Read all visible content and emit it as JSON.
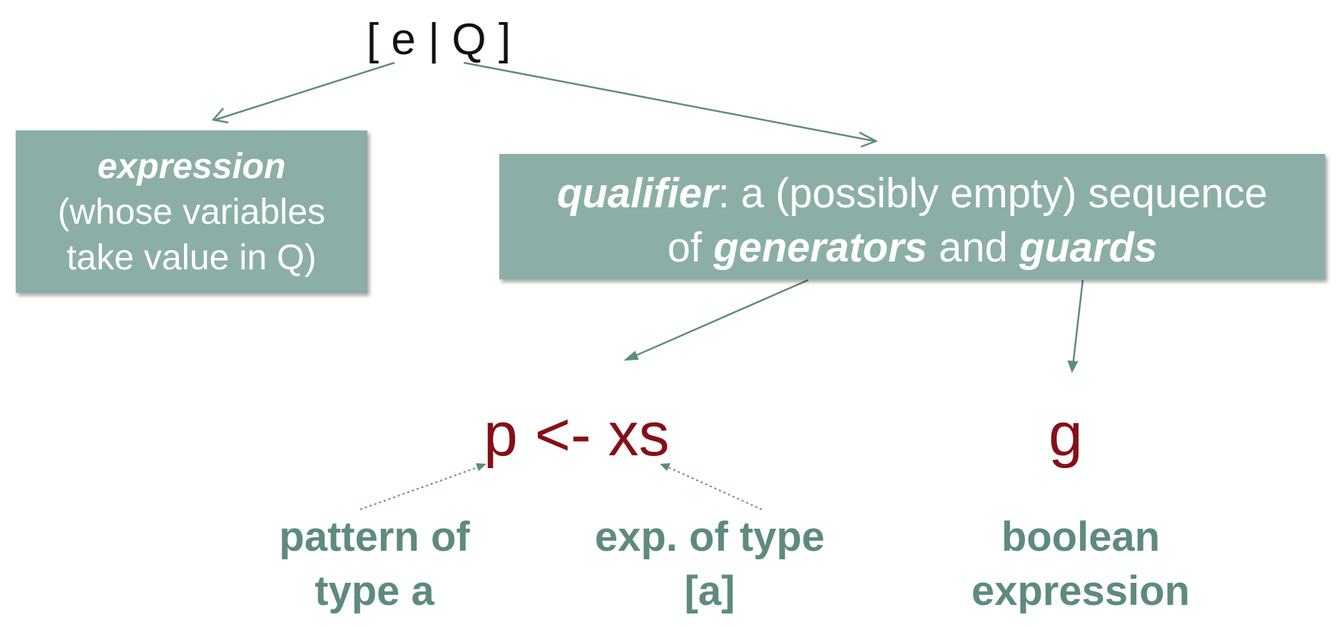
{
  "formula": {
    "text": "[ e | Q ]"
  },
  "expression_box": {
    "term": "expression",
    "line2": "(whose variables",
    "line3": "take value in Q)"
  },
  "qualifier_box": {
    "term": "qualifier",
    "line1_rest": ": a (possibly empty) sequence",
    "line2_prefix": "of ",
    "generators": "generators",
    "line2_mid": " and ",
    "guards": "guards"
  },
  "generator": {
    "code": "p <- xs"
  },
  "guard": {
    "code": "g"
  },
  "notes": {
    "pattern": [
      "pattern of",
      "type a"
    ],
    "expression_type": [
      "exp. of type",
      "[a]"
    ],
    "boolean": [
      "boolean",
      "expression"
    ]
  },
  "colors": {
    "box_fill": "#8bafa6",
    "box_text": "#ffffff",
    "arrow": "#5e8a7f",
    "code_text": "#850f17",
    "note_text": "#5e8a7f",
    "formula_text": "#111111"
  }
}
